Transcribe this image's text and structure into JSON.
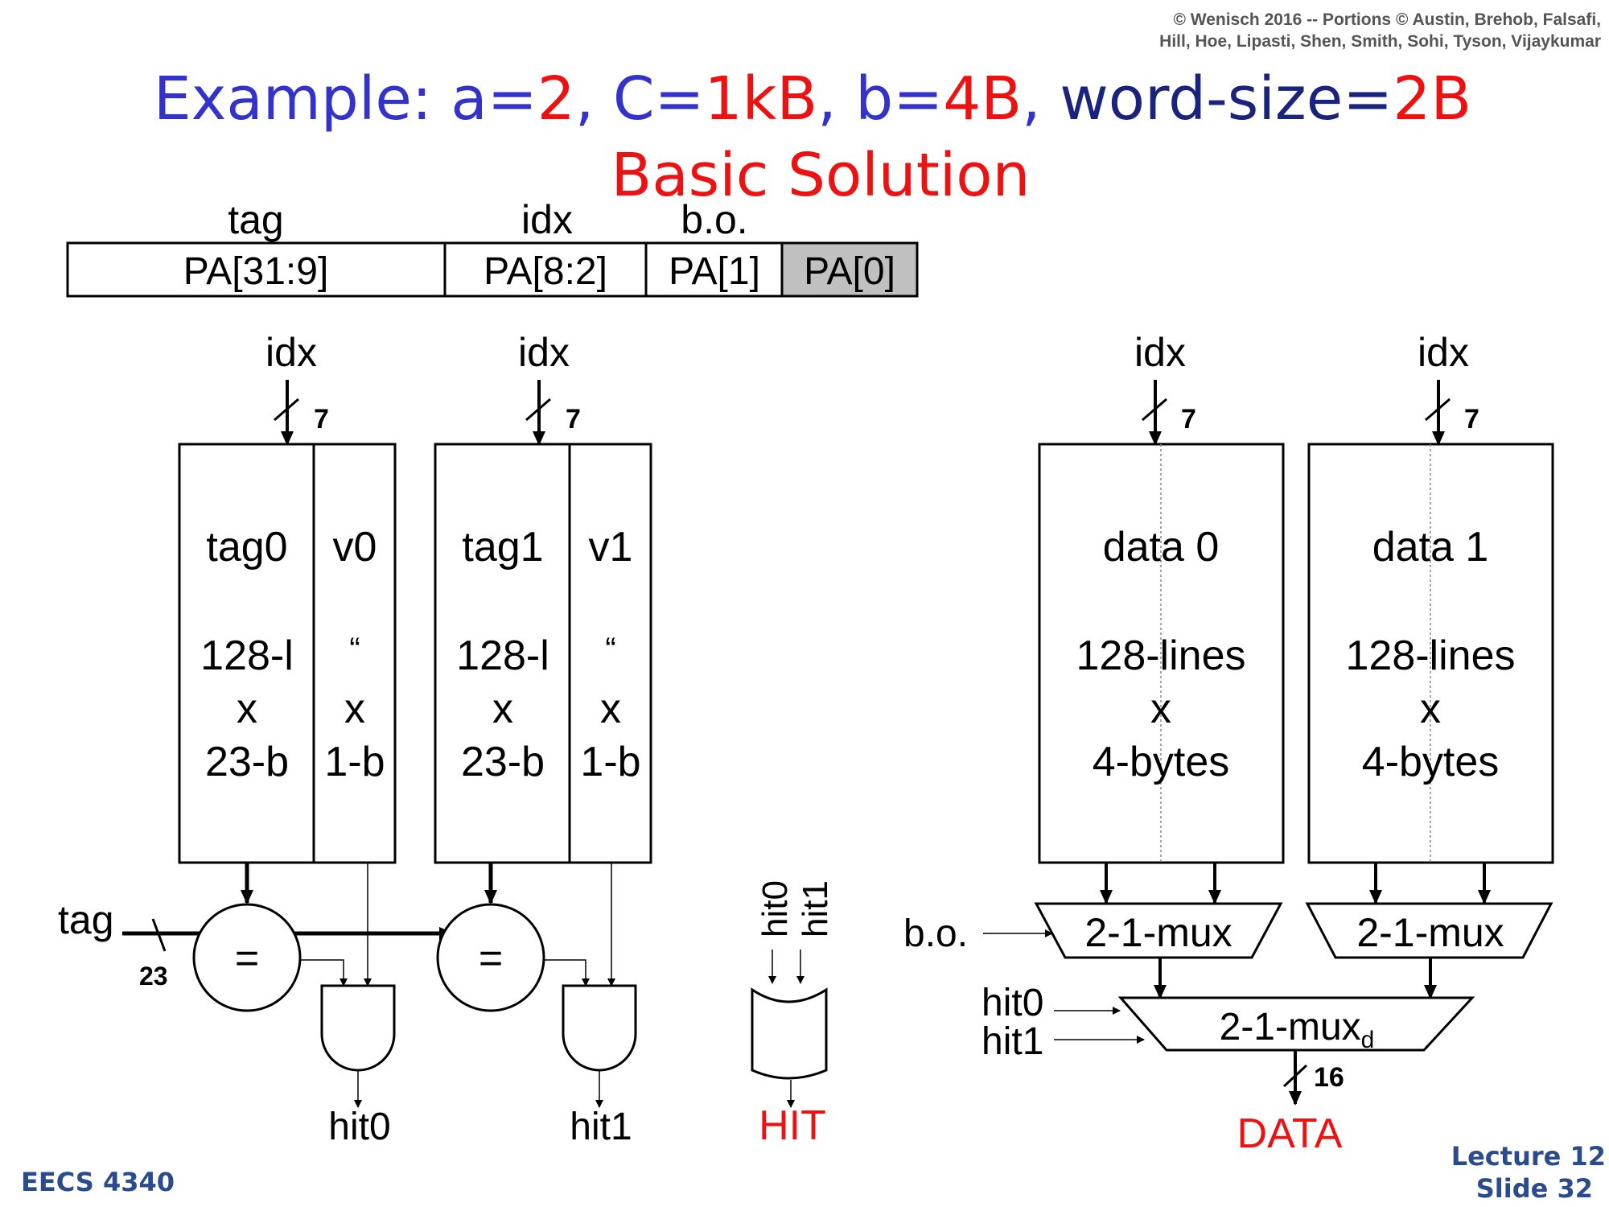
{
  "header": {
    "copyright_line1": "© Wenisch 2016 -- Portions © Austin, Brehob, Falsafi,",
    "copyright_line2": "Hill, Hoe, Lipasti, Shen, Smith, Sohi, Tyson, Vijaykumar"
  },
  "title": {
    "prefix": "Example: ",
    "a_label": "a=",
    "a_value": "2",
    "sep1": ", ",
    "c_label": "C=",
    "c_value": "1kB",
    "sep2": ", ",
    "b_label": "b=",
    "b_value": "4B",
    "sep3": ", ",
    "w_label": "word-size=",
    "w_value": "2B",
    "subtitle": "Basic Solution",
    "colors": {
      "blue": "#3333cc",
      "red": "#ee1111",
      "navy": "#1a237e"
    }
  },
  "address": {
    "field_tag": "tag",
    "field_idx": "idx",
    "field_bo": "b.o.",
    "seg_tag": "PA[31:9]",
    "seg_idx": "PA[8:2]",
    "seg_bo": "PA[1]",
    "seg_byte": "PA[0]",
    "byte_fill": "#c0c0c0"
  },
  "inputs": {
    "idx": "idx",
    "idx_width": "7",
    "tag": "tag",
    "tag_width": "23",
    "bo": "b.o.",
    "hit0": "hit0",
    "hit1": "hit1"
  },
  "arrays": {
    "tag0": {
      "name": "tag0",
      "l1": "128-l",
      "l2": "x",
      "l3": "23-b"
    },
    "v0": {
      "name": "v0",
      "l1": "“",
      "l2": "x",
      "l3": "1-b"
    },
    "tag1": {
      "name": "tag1",
      "l1": "128-l",
      "l2": "x",
      "l3": "23-b"
    },
    "v1": {
      "name": "v1",
      "l1": "“",
      "l2": "x",
      "l3": "1-b"
    },
    "data0": {
      "name": "data 0",
      "l1": "128-lines",
      "l2": "x",
      "l3": "4-bytes"
    },
    "data1": {
      "name": "data 1",
      "l1": "128-lines",
      "l2": "x",
      "l3": "4-bytes"
    }
  },
  "logic": {
    "comparator": "=",
    "mux0": "2-1-mux",
    "mux1": "2-1-mux",
    "mux_final": "2-1-mux",
    "mux_final_sub": "d"
  },
  "outputs": {
    "hit0": "hit0",
    "hit1": "hit1",
    "or_in0": "hit0",
    "or_in1": "hit1",
    "hit": "HIT",
    "data": "DATA",
    "data_width": "16",
    "color": "#ee1111"
  },
  "footer": {
    "course": "EECS 4340",
    "lecture": "Lecture 12",
    "slide": "Slide 32",
    "color": "#2b4c8c"
  }
}
